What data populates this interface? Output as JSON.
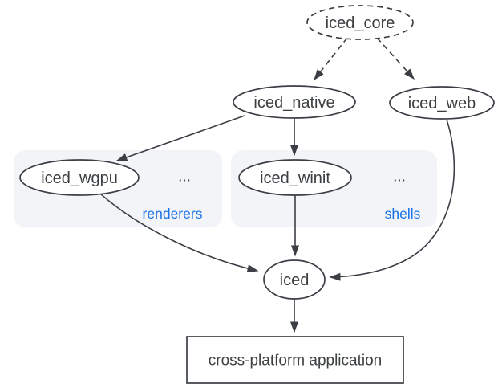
{
  "diagram": {
    "description": "iced ecosystem dependency graph",
    "colors": {
      "stroke": "#3b3f45",
      "text": "#3c4043",
      "node_fill": "#ffffff",
      "group_fill": "#f2f4f8",
      "group_label": "#1a73e8",
      "background": "#ffffff"
    },
    "nodes": {
      "iced_core": {
        "label": "iced_core",
        "shape": "ellipse",
        "border": "dashed"
      },
      "iced_native": {
        "label": "iced_native",
        "shape": "ellipse",
        "border": "solid"
      },
      "iced_web": {
        "label": "iced_web",
        "shape": "ellipse",
        "border": "solid"
      },
      "iced_wgpu": {
        "label": "iced_wgpu",
        "shape": "ellipse",
        "border": "solid",
        "group": "renderers"
      },
      "iced_winit": {
        "label": "iced_winit",
        "shape": "ellipse",
        "border": "solid",
        "group": "shells"
      },
      "iced": {
        "label": "iced",
        "shape": "ellipse",
        "border": "solid"
      },
      "app": {
        "label": "cross-platform application",
        "shape": "rect",
        "border": "solid"
      }
    },
    "groups": {
      "renderers": {
        "label": "renderers",
        "ellipsis": "...",
        "members": [
          "iced_wgpu"
        ]
      },
      "shells": {
        "label": "shells",
        "ellipsis": "...",
        "members": [
          "iced_winit"
        ]
      }
    },
    "edges": [
      {
        "from": "iced_core",
        "to": "iced_native",
        "style": "dashed"
      },
      {
        "from": "iced_core",
        "to": "iced_web",
        "style": "dashed"
      },
      {
        "from": "iced_native",
        "to": "iced_wgpu",
        "style": "solid"
      },
      {
        "from": "iced_native",
        "to": "iced_winit",
        "style": "solid"
      },
      {
        "from": "iced_wgpu",
        "to": "iced",
        "style": "solid"
      },
      {
        "from": "iced_winit",
        "to": "iced",
        "style": "solid"
      },
      {
        "from": "iced_web",
        "to": "iced",
        "style": "solid"
      },
      {
        "from": "iced",
        "to": "app",
        "style": "solid"
      }
    ]
  }
}
